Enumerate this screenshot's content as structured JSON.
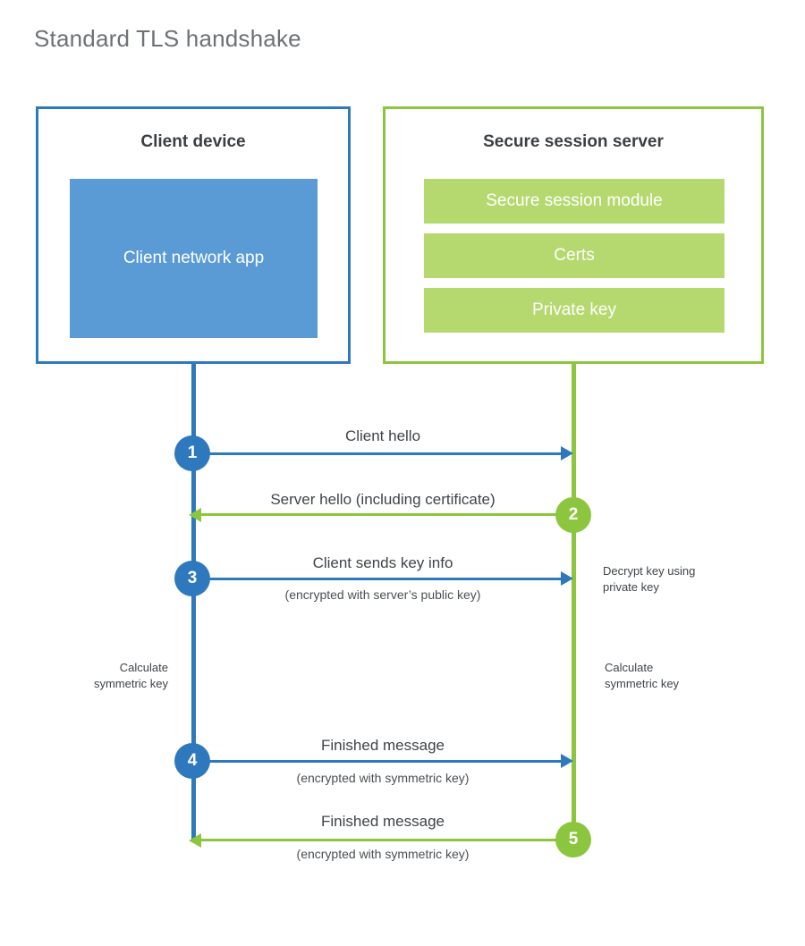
{
  "title": "Standard TLS handshake",
  "parties": {
    "client": {
      "title": "Client device",
      "app_label": "Client network app",
      "border_color": "#2e79bd",
      "app_color": "#5b9bd5"
    },
    "server": {
      "title": "Secure session server",
      "border_color": "#8cc63e",
      "item_color": "#b5d96f",
      "items": [
        {
          "label": "Secure session module"
        },
        {
          "label": "Certs"
        },
        {
          "label": "Private key"
        }
      ]
    }
  },
  "steps": [
    {
      "number": "1",
      "label": "Client hello",
      "sublabel": "",
      "direction": "client-to-server",
      "color": "#2e79bd"
    },
    {
      "number": "2",
      "label": "Server hello (including certificate)",
      "sublabel": "",
      "direction": "server-to-client",
      "color": "#8cc63e"
    },
    {
      "number": "3",
      "label": "Client sends key info",
      "sublabel": "(encrypted with server’s public key)",
      "direction": "client-to-server",
      "color": "#2e79bd"
    },
    {
      "number": "4",
      "label": "Finished message",
      "sublabel": "(encrypted with symmetric key)",
      "direction": "client-to-server",
      "color": "#2e79bd"
    },
    {
      "number": "5",
      "label": "Finished message",
      "sublabel": "(encrypted with symmetric key)",
      "direction": "server-to-client",
      "color": "#8cc63e"
    }
  ],
  "annotations": {
    "server_decrypt": "Decrypt key using\nprivate key",
    "client_calculate": "Calculate\nsymmetric key",
    "server_calculate": "Calculate\nsymmetric key"
  }
}
